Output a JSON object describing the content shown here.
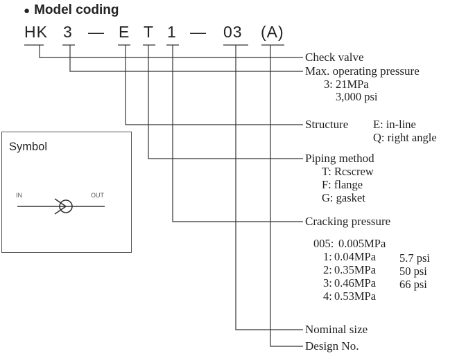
{
  "title": "Model coding",
  "bullet": "●",
  "code": {
    "series": "HK",
    "pressure": "3",
    "dash1": "—",
    "structure": "E",
    "piping": "T",
    "cracking": "1",
    "dash2": "—",
    "size": "03",
    "design": "(A)"
  },
  "symbol": {
    "title": "Symbol",
    "in_label": "IN",
    "out_label": "OUT"
  },
  "legend": {
    "check_valve": "Check valve",
    "max_pressure": {
      "label": "Max. operating pressure",
      "values": [
        "3: 21MPa",
        "3,000 psi"
      ]
    },
    "structure": {
      "label": "Structure",
      "options": [
        "E: in-line",
        "Q: right angle"
      ]
    },
    "piping": {
      "label": "Piping method",
      "options": [
        "T: Rcscrew",
        "F: flange",
        "G: gasket"
      ]
    },
    "cracking": {
      "label": "Cracking pressure",
      "rows": [
        {
          "code": "005:",
          "mpa": "0.005MPa",
          "psi": ""
        },
        {
          "code": "1:",
          "mpa": "0.04MPa",
          "psi": "5.7 psi"
        },
        {
          "code": "2:",
          "mpa": "0.35MPa",
          "psi": "50 psi"
        },
        {
          "code": "3:",
          "mpa": "0.46MPa",
          "psi": "66 psi"
        },
        {
          "code": "4:",
          "mpa": "0.53MPa",
          "psi": ""
        }
      ]
    },
    "nominal_size": "Nominal size",
    "design_no": "Design No."
  }
}
